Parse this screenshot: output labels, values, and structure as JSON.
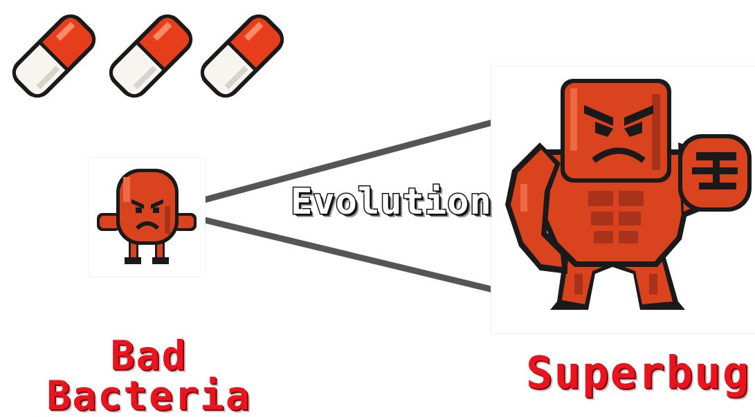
{
  "diagram": {
    "evolution_label": "Evolution",
    "bad_bacteria_label": {
      "line1": "Bad",
      "line2": "Bacteria"
    },
    "superbug_label": "Superbug",
    "pills": [
      {
        "name": "pill-1"
      },
      {
        "name": "pill-2"
      },
      {
        "name": "pill-3"
      }
    ],
    "colors": {
      "pill_red": "#e63d1c",
      "pill_white": "#f7f5f0",
      "creature_red": "#d9441f",
      "creature_dark": "#8f2410",
      "outline": "#1a1a1a",
      "connector": "#555555",
      "label_red": "#e8151f"
    }
  }
}
